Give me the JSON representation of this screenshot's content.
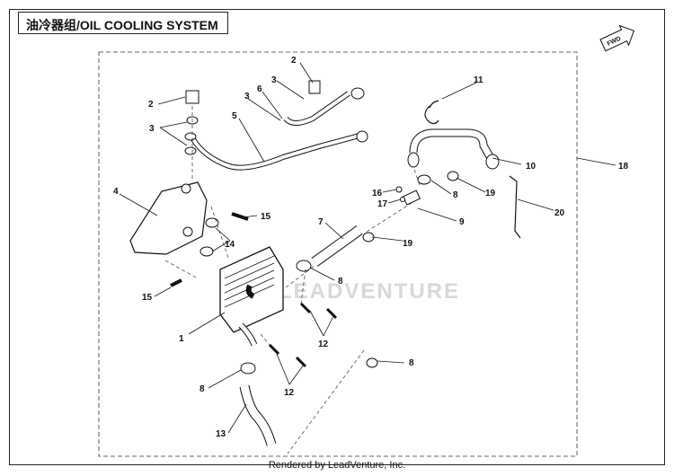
{
  "title": "油冷器组/OIL COOLING SYSTEM",
  "direction_badge": "FWD",
  "watermark": "LEADVENTURE",
  "footer": "Rendered by LeadVenture, Inc.",
  "callouts": {
    "c1": "1",
    "c2a": "2",
    "c2b": "2",
    "c3a": "3",
    "c3b": "3",
    "c3c": "3",
    "c4": "4",
    "c5": "5",
    "c6": "6",
    "c7": "7",
    "c8a": "8",
    "c8b": "8",
    "c8c": "8",
    "c8d": "8",
    "c9": "9",
    "c10": "10",
    "c11": "11",
    "c12a": "12",
    "c12b": "12",
    "c13": "13",
    "c14": "14",
    "c15a": "15",
    "c15b": "15",
    "c16": "16",
    "c17": "17",
    "c18": "18",
    "c19a": "19",
    "c19b": "19",
    "c20": "20"
  }
}
